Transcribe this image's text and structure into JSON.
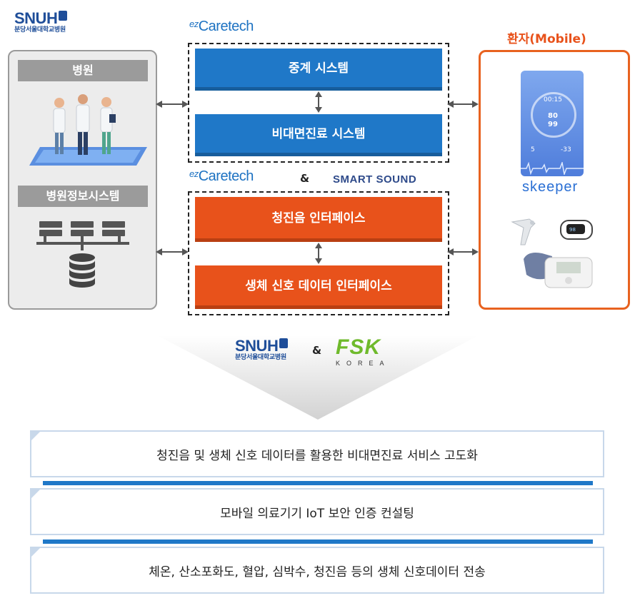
{
  "top_logo": {
    "main": "SNUH",
    "sub": "분당서울대학교병원"
  },
  "hospital_panel": {
    "hospital_label": "병원",
    "his_label": "병원정보시스템"
  },
  "middle": {
    "brand_top": {
      "prefix": "ez",
      "name": "Caretech"
    },
    "brand_bottom": {
      "prefix": "ez",
      "name": "Caretech",
      "amp": "&",
      "partner": "SMART SOUND"
    },
    "relay_system": "중계 시스템",
    "telemedicine_system": "비대면진료 시스템",
    "auscultation_interface": "청진음 인터페이스",
    "biosignal_interface": "생체 신호 데이터 인터페이스"
  },
  "patient_panel": {
    "title": "환자(Mobile)",
    "app_name": "skeeper",
    "phone": {
      "time": "00:15",
      "values": [
        "80",
        "99"
      ],
      "left_value": "5",
      "right_value": "-33"
    }
  },
  "partners": {
    "snuh_main": "SNUH",
    "snuh_sub": "분당서울대학교병원",
    "amp": "&",
    "fsk_main": "FSK",
    "fsk_sub": "KOREA"
  },
  "results": [
    "청진음 및 생체 신호 데이터를 활용한 비대면진료 서비스 고도화",
    "모바일 의료기기 IoT 보안 인증 컨설팅",
    "체온, 산소포화도, 혈압, 심박수, 청진음 등의 생체 신호데이터 전송"
  ],
  "colors": {
    "accent_blue": "#1f78c8",
    "accent_orange": "#e8521b",
    "panel_grey": "#9b9b9b",
    "snuh_navy": "#1f4e99"
  }
}
